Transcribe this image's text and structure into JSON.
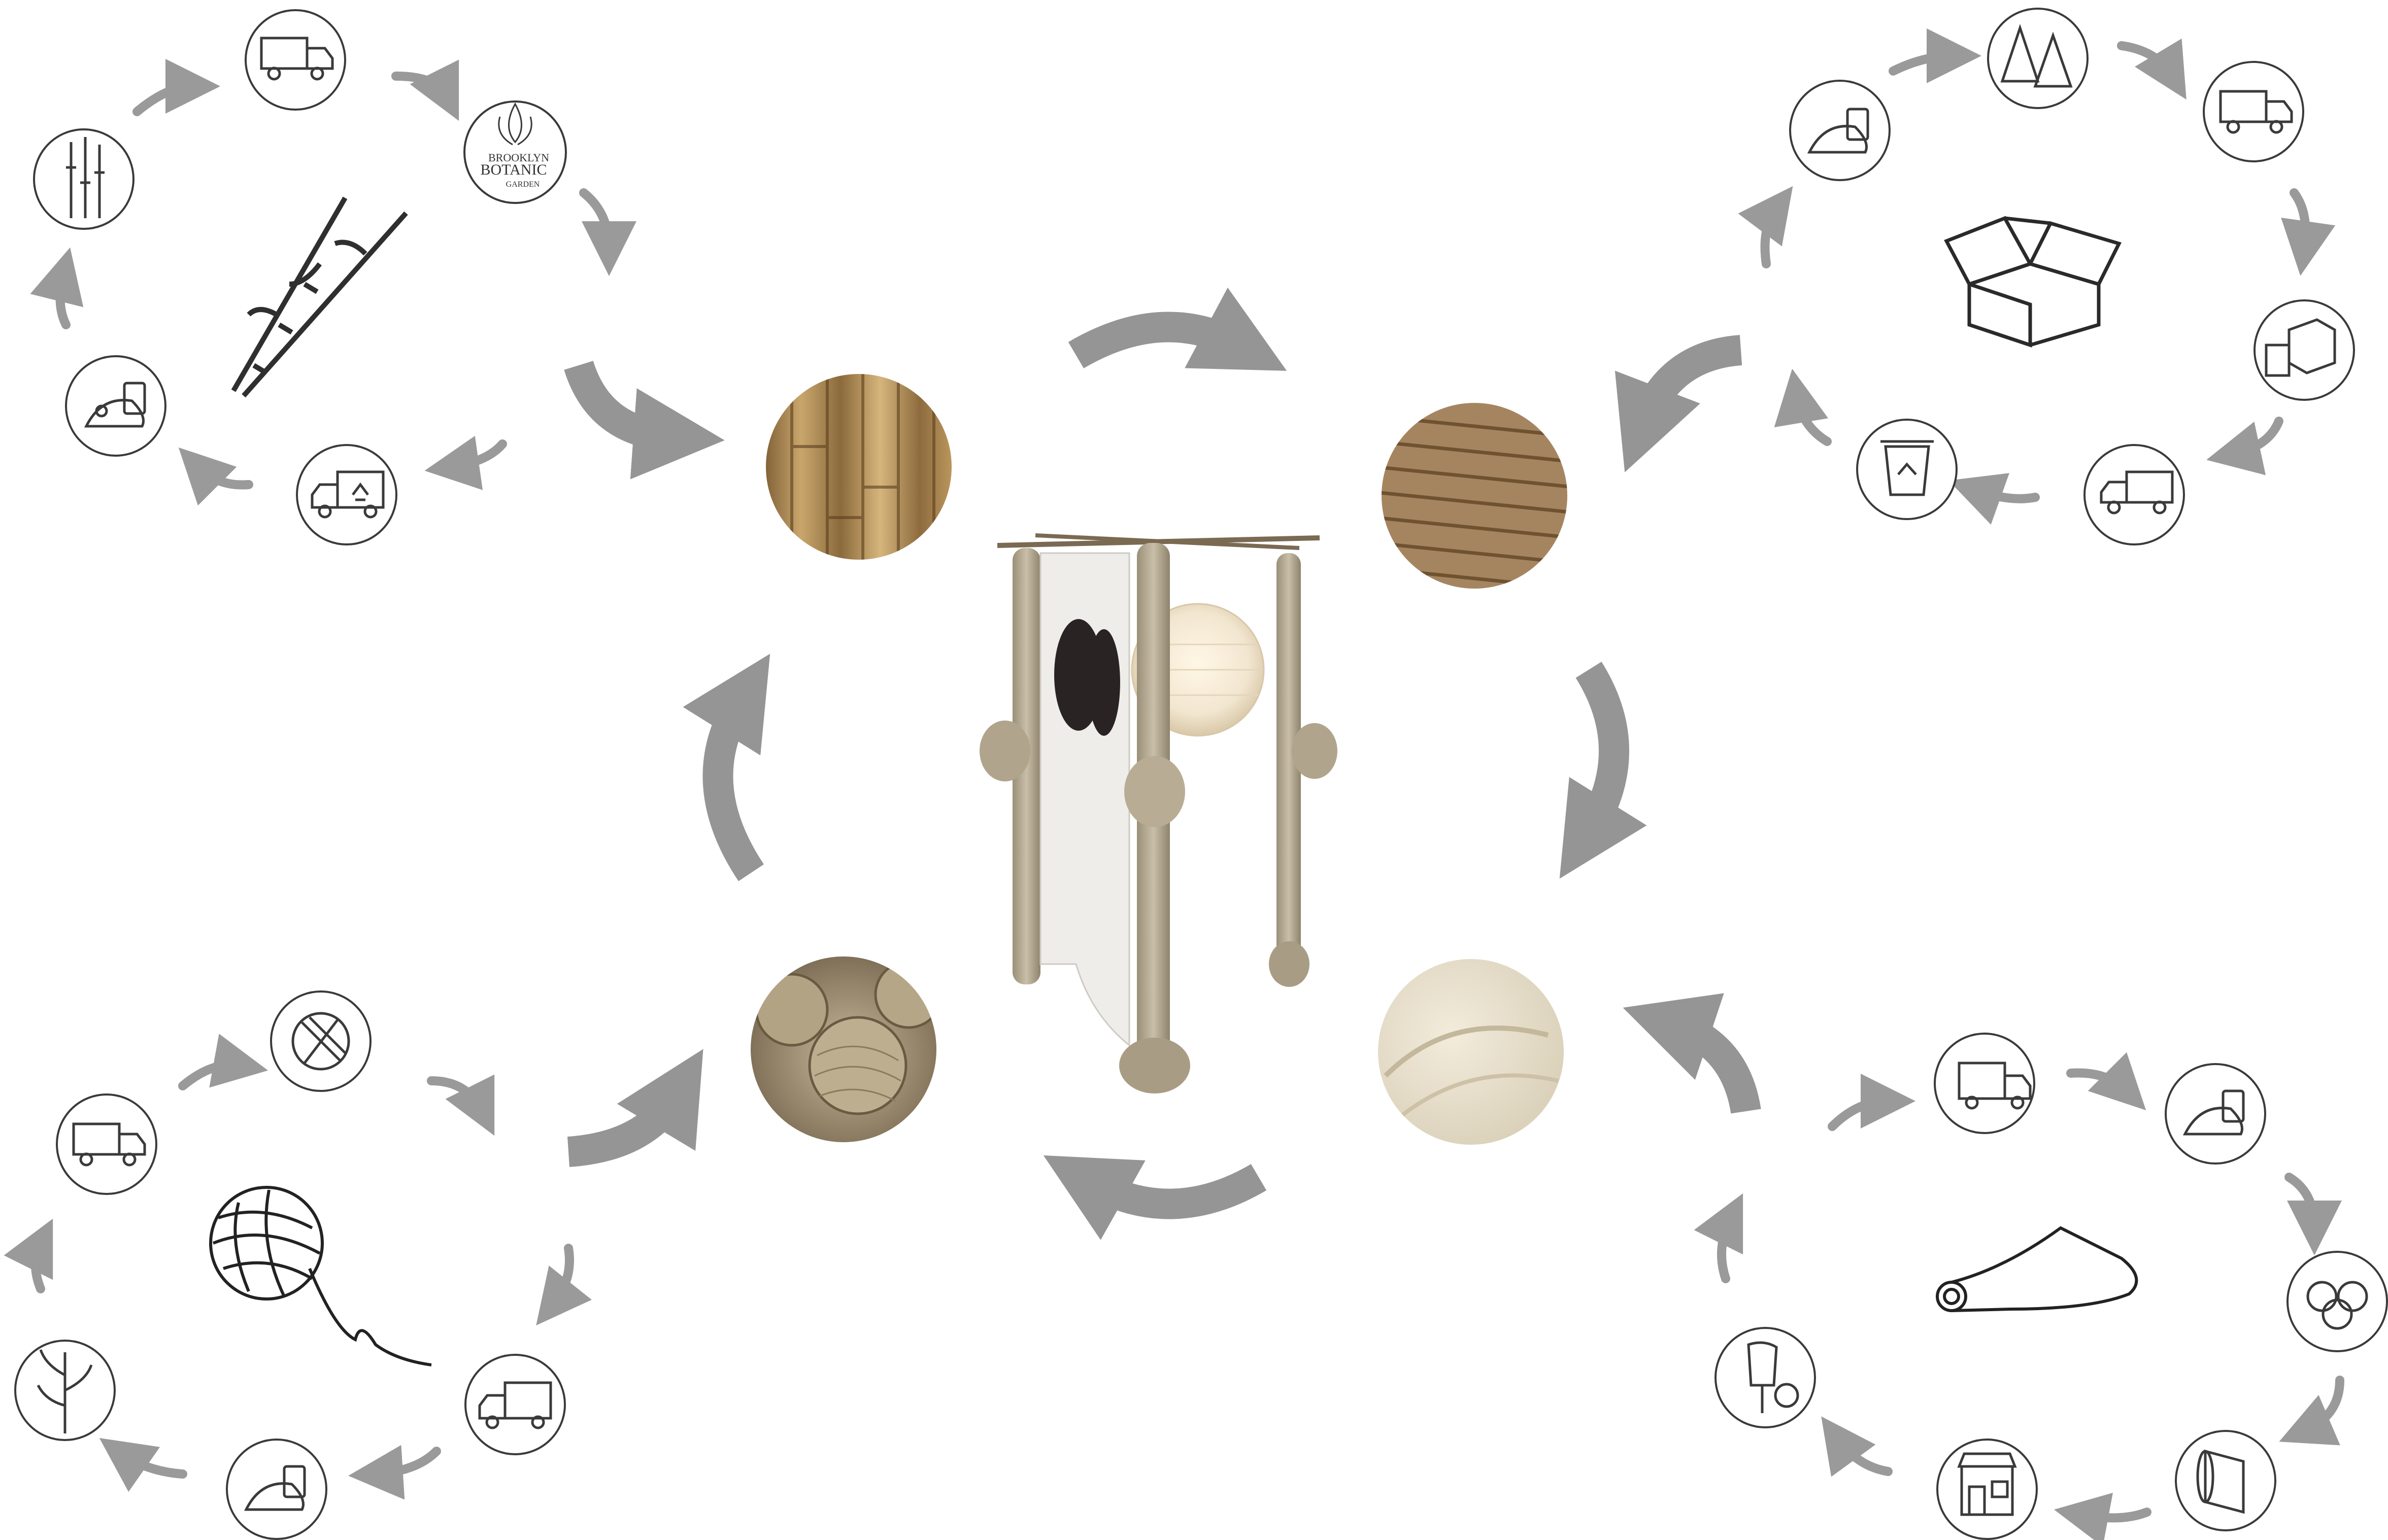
{
  "diagram": {
    "center_object": "lamp",
    "materials": [
      {
        "id": "bamboo",
        "label": ""
      },
      {
        "id": "cardboard",
        "label": ""
      },
      {
        "id": "fabric",
        "label": ""
      },
      {
        "id": "twine",
        "label": ""
      }
    ],
    "cycles": {
      "bamboo": {
        "hero_icon": "bamboo-stalks-icon",
        "steps": [
          "delivery-truck-icon",
          "brooklyn-botanic-garden-logo",
          "recycling-truck-icon",
          "compost-icon",
          "bamboo-icon"
        ]
      },
      "cardboard": {
        "hero_icon": "open-box-icon",
        "steps": [
          "forest-icon",
          "delivery-truck-icon",
          "packaging-icon",
          "delivery-truck-icon",
          "recycling-bin-icon",
          "compost-icon"
        ]
      },
      "twine": {
        "hero_icon": "yarn-ball-icon",
        "steps": [
          "yarn-icon",
          "recycling-truck-icon",
          "compost-icon",
          "hemp-plant-icon",
          "delivery-truck-icon"
        ]
      },
      "fabric": {
        "hero_icon": "fabric-roll-icon",
        "steps": [
          "recycling-truck-icon",
          "compost-icon",
          "cotton-icon",
          "fabric-bolt-icon",
          "shop-icon",
          "tailor-icon"
        ]
      }
    },
    "logo_text": {
      "line1": "BROOKLYN",
      "line2": "BOTANIC",
      "line3": "GARDEN"
    },
    "colors": {
      "arrow": "#959595",
      "icon_stroke": "#3a3a3a",
      "dashed_arrow": "#9a9a9a"
    }
  }
}
